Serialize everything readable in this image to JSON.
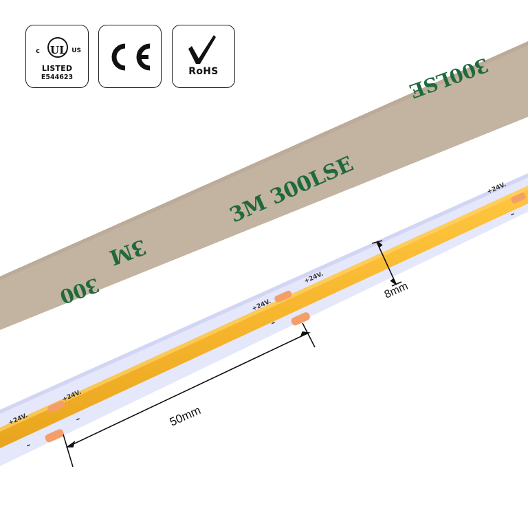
{
  "certifications": {
    "ul": {
      "prefix": "c",
      "mark": "UL",
      "suffix": "US",
      "label": "LISTED",
      "code": "E544623"
    },
    "ce": {
      "mark": "CE"
    },
    "rohs": {
      "label": "RoHS",
      "icon": "checkmark-icon"
    }
  },
  "tape": {
    "print_main": "3M 300LSE",
    "print_upper": "300LSE",
    "print_lower": "3M",
    "print_lower2": "300"
  },
  "strip": {
    "voltage_marks": [
      "+24V.",
      "+24V.",
      "+24V.",
      "+24V.",
      "+24V."
    ],
    "minus_mark": "–"
  },
  "dimensions": {
    "width_label": "8mm",
    "cut_label": "50mm"
  },
  "colors": {
    "tape": "#c2b2a0",
    "tape_print": "#1a6a3a",
    "pcb": "#e6e8fb",
    "led_yellow": "#f6b62d",
    "pad_orange": "#f4a06a",
    "dimension_line": "#111111"
  }
}
